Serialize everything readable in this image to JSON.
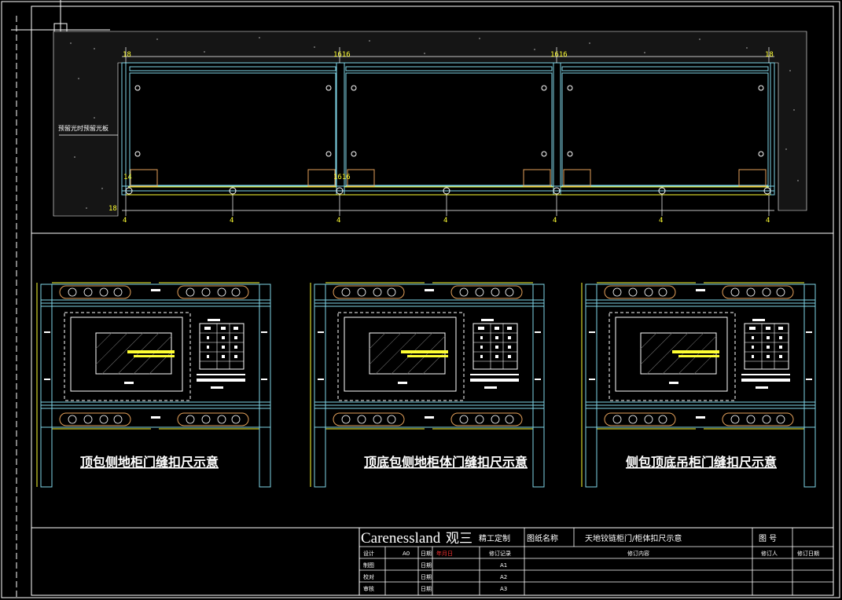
{
  "top_view": {
    "note": "预留光时预留光板",
    "top_dims": [
      "18",
      "1616",
      "1616",
      "18"
    ],
    "mid_dims": [
      "14",
      "1616"
    ],
    "left_dim": "18",
    "bottom_dims": [
      "4",
      "4",
      "4",
      "4",
      "4",
      "4",
      "4"
    ]
  },
  "details": [
    {
      "caption": "顶包侧地柜门缝扣尺示意"
    },
    {
      "caption": "顶底包侧地柜体门缝扣尺示意"
    },
    {
      "caption": "侧包顶底吊柜门缝扣尺示意"
    }
  ],
  "title_block": {
    "brand": "Carenessland",
    "brand_cn": "观三",
    "brand_tag": "精工定制",
    "drawing_name_label": "图纸名称",
    "drawing_name": "天地铰链柜门/柜体扣尺示意",
    "drawing_no_label": "图 号",
    "rows": [
      {
        "role": "设计",
        "val": "A0",
        "date_label": "日期",
        "date": "年月日",
        "rev_label": "修订记录",
        "rev_val": ""
      },
      {
        "role": "制图",
        "val": "",
        "date_label": "日期",
        "date": "",
        "rev_label": "A1",
        "rev_val": ""
      },
      {
        "role": "校对",
        "val": "",
        "date_label": "日期",
        "date": "",
        "rev_label": "A2",
        "rev_val": ""
      },
      {
        "role": "审核",
        "val": "",
        "date_label": "日期",
        "date": "",
        "rev_label": "A3",
        "rev_val": ""
      }
    ],
    "rev_content_label": "修订内容",
    "rev_by_label": "修订人",
    "rev_date_label": "修订日期"
  },
  "colors": {
    "cyan": "#7fd6e8",
    "yellow": "#ffff33",
    "orange": "#e3a05a",
    "white": "#ffffff"
  }
}
